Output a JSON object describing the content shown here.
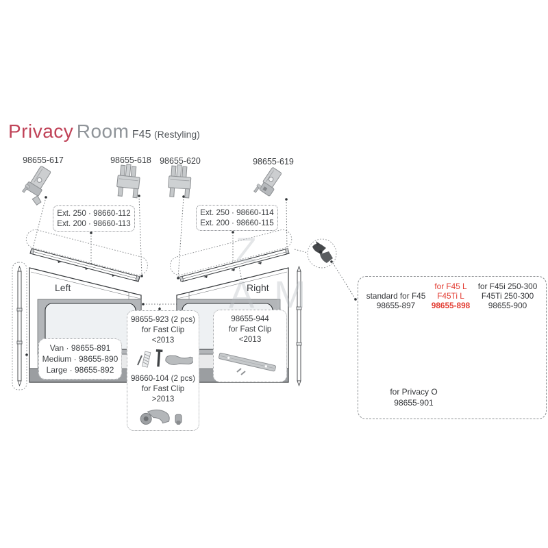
{
  "title": {
    "privacy": "Privacy",
    "room": "Room",
    "model": "F45",
    "variant": "(Restyling)"
  },
  "top_parts": [
    {
      "id": "98655-617"
    },
    {
      "id": "98655-618"
    },
    {
      "id": "98655-620"
    },
    {
      "id": "98655-619"
    }
  ],
  "ext_boxes": {
    "left": {
      "line1": "Ext. 250 · 98660-112",
      "line2": "Ext. 200 · 98660-113"
    },
    "right": {
      "line1": "Ext. 250 · 98660-114",
      "line2": "Ext. 200 · 98660-115"
    }
  },
  "panels": {
    "left": "Left",
    "right": "Right"
  },
  "size_box": {
    "line1": "Van · 98655-891",
    "line2": "Medium · 98655-890",
    "line3": "Large · 98655-892"
  },
  "fastclip_box": {
    "old": {
      "id": "98655-923 (2 pcs)",
      "desc": "for Fast Clip <2013"
    },
    "new": {
      "id": "98660-104 (2 pcs)",
      "desc": "for Fast Clip >2013"
    }
  },
  "strip_box": {
    "id": "98655-944",
    "desc": "for Fast Clip <2013"
  },
  "kits_box": {
    "standard": {
      "line1": "standard for F45",
      "line2": "98655-897"
    },
    "f45l": {
      "line1": "for F45 L",
      "line2": "F45Ti L",
      "line3": "98655-898"
    },
    "f45i": {
      "line1": "for F45i 250-300",
      "line2": "F45Ti 250-300",
      "line3": "98655-900"
    },
    "privacy_o": {
      "line1": "for Privacy O",
      "line2": "98655-901"
    }
  },
  "watermark": {
    "l1": "Z",
    "l2": "A",
    "l3": "M"
  },
  "colors": {
    "accent_red": "#e23b31",
    "title_red": "#c04358",
    "title_gray": "#8f9499",
    "panel_gray": "#b3b6b9",
    "skirt_gray": "#9b9ea1"
  }
}
